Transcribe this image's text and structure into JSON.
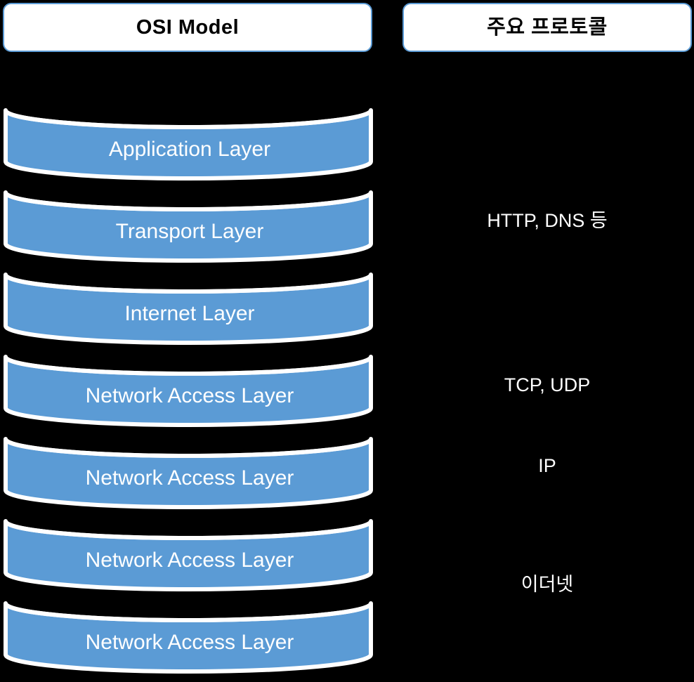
{
  "headers": {
    "left": "OSI Model",
    "right": "주요 프로토콜"
  },
  "colors": {
    "background": "#000000",
    "cylinder_fill": "#5B9BD5",
    "cylinder_stroke": "#FFFFFF",
    "header_border": "#5B9BD5",
    "header_fill": "#FFFFFF",
    "header_text": "#000000",
    "layer_text": "#FFFFFF",
    "protocol_text": "#FFFFFF"
  },
  "stack": {
    "layers": [
      {
        "label": "Application Layer"
      },
      {
        "label": "Transport Layer"
      },
      {
        "label": "Internet Layer"
      },
      {
        "label": "Network Access Layer"
      },
      {
        "label": "Network Access Layer"
      },
      {
        "label": "Network Access Layer"
      },
      {
        "label": "Network Access Layer"
      }
    ]
  },
  "protocols": [
    {
      "label": "HTTP, DNS 등"
    },
    {
      "label": "TCP, UDP"
    },
    {
      "label": "IP"
    },
    {
      "label": "이더넷"
    }
  ]
}
